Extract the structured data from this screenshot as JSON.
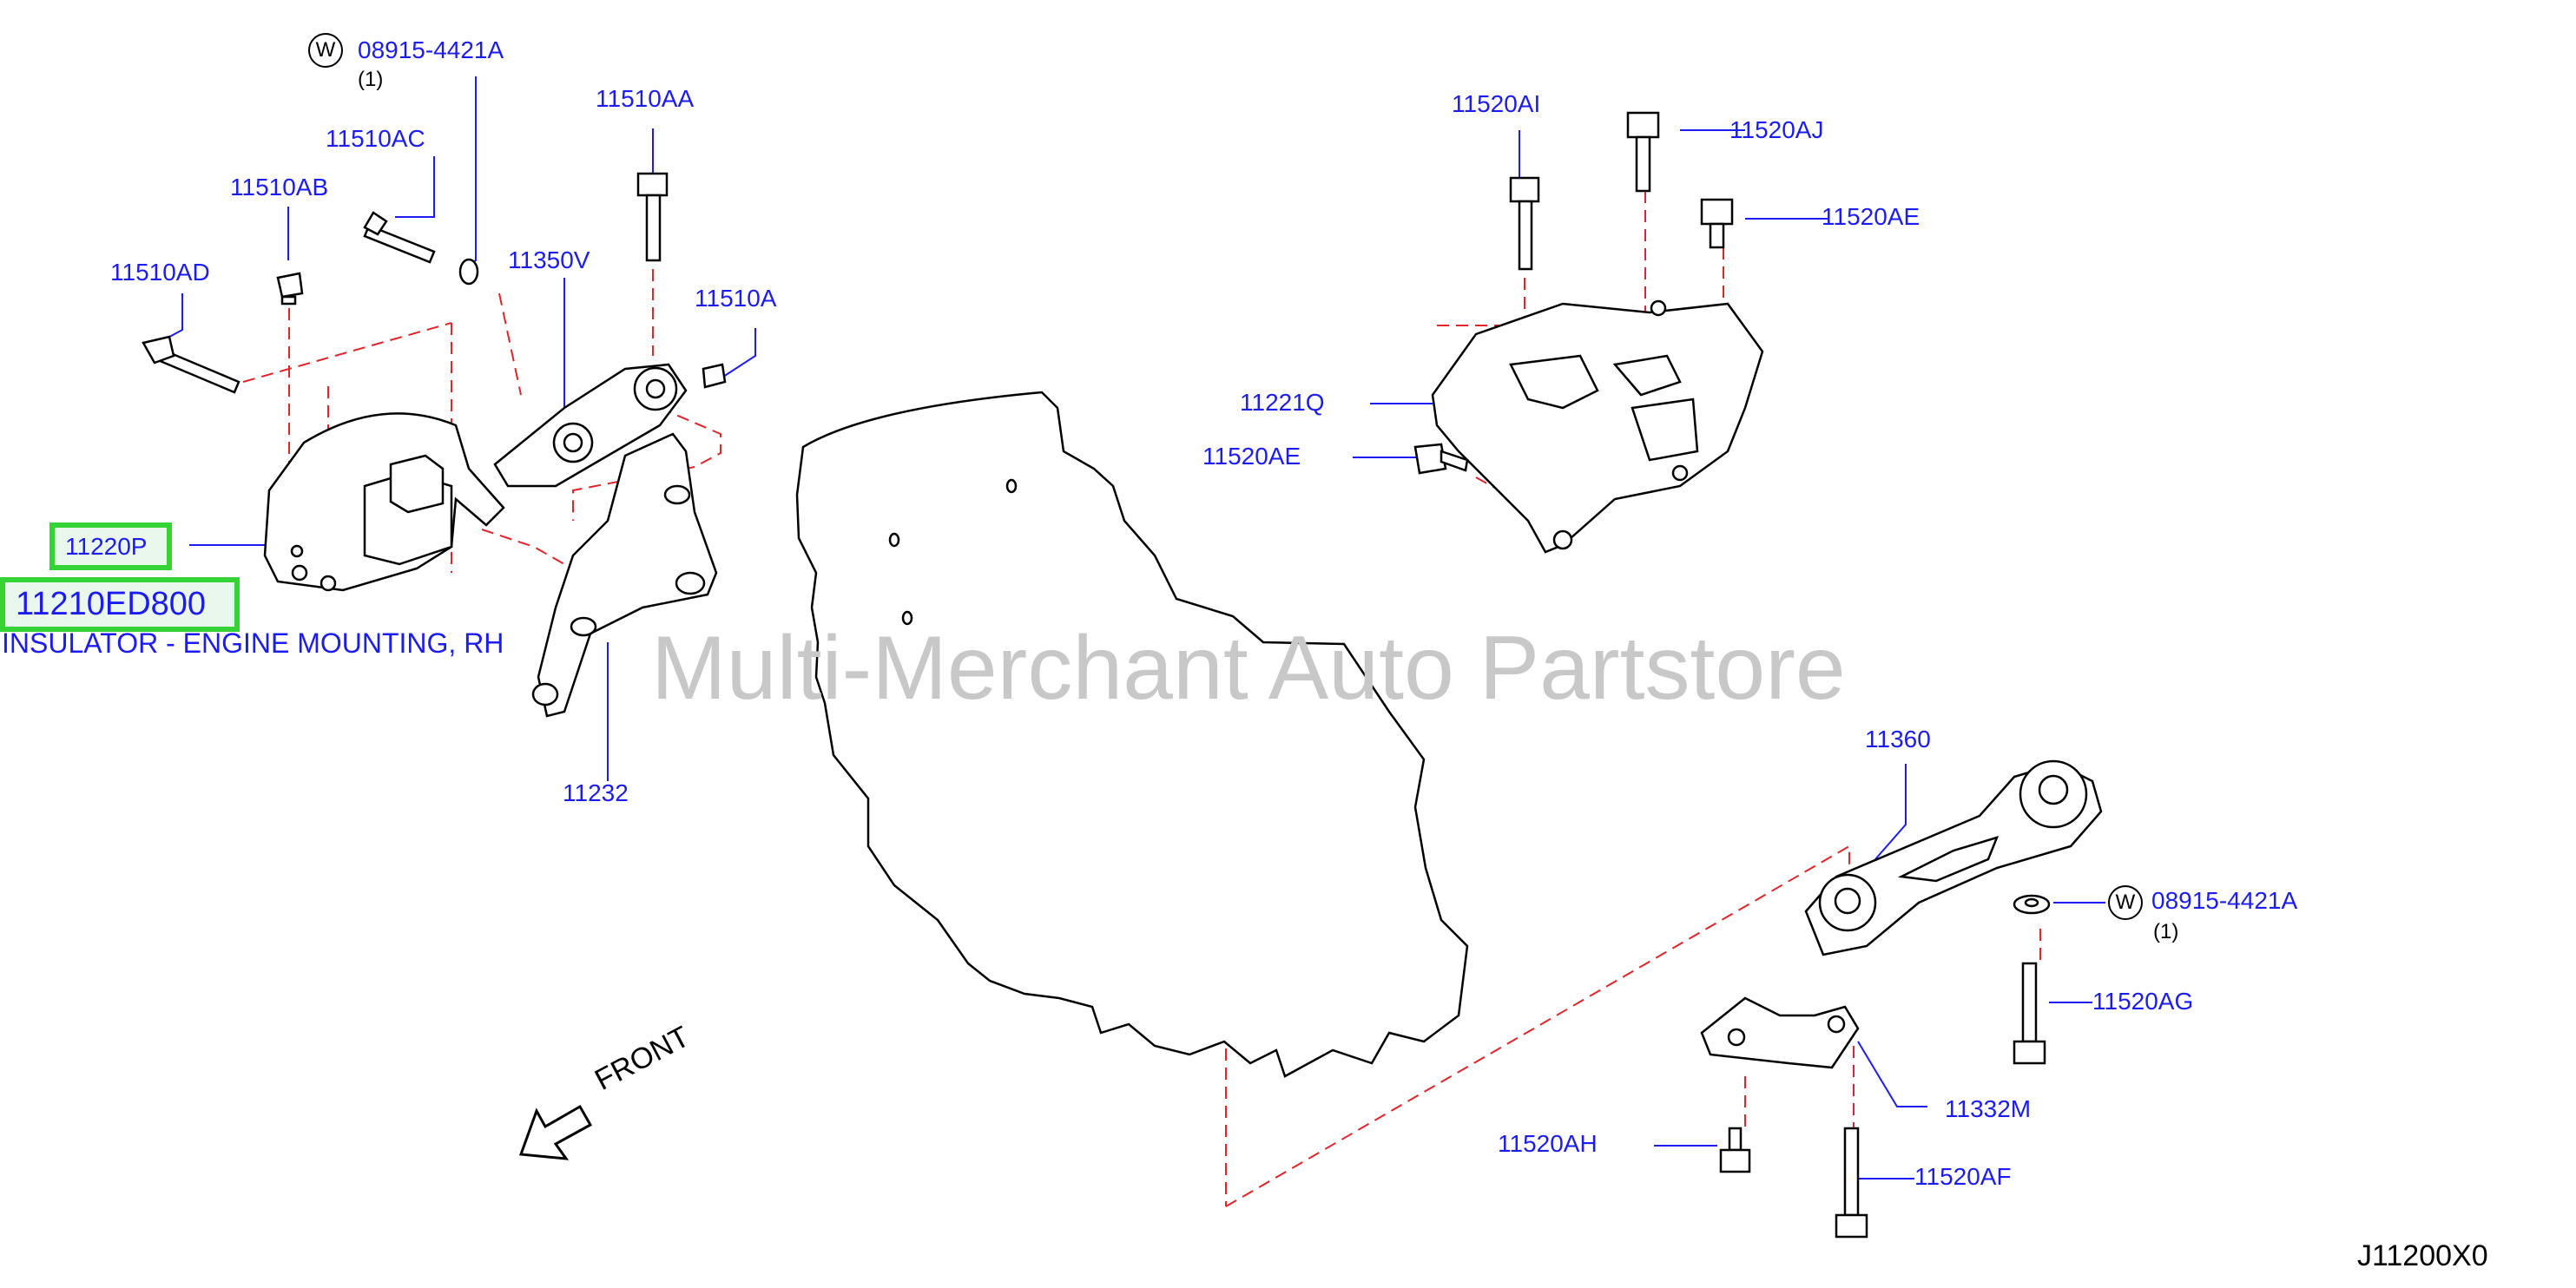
{
  "watermark": "Multi-Merchant Auto Partstore",
  "diagram_code": "J11200X0",
  "front_label": "FRONT",
  "highlighted_part": {
    "ref": "11220P",
    "part_number": "11210ED800",
    "description": "INSULATOR - ENGINE MOUNTING, RH"
  },
  "washer": {
    "symbol": "W",
    "qty": "(1)"
  },
  "callouts": [
    "08915-4421A",
    "11510AC",
    "11510AA",
    "11510AB",
    "11510AD",
    "11350V",
    "11510A",
    "11232",
    "11520AI",
    "11520AJ",
    "11520AE",
    "11221Q",
    "11520AE",
    "11360",
    "08915-4421A",
    "11520AG",
    "11332M",
    "11520AH",
    "11520AF"
  ],
  "colors": {
    "label": "#1c1cf0",
    "highlight_border": "#35d335",
    "leader_dash": "#e0242a",
    "watermark": "#c8c8c8"
  }
}
